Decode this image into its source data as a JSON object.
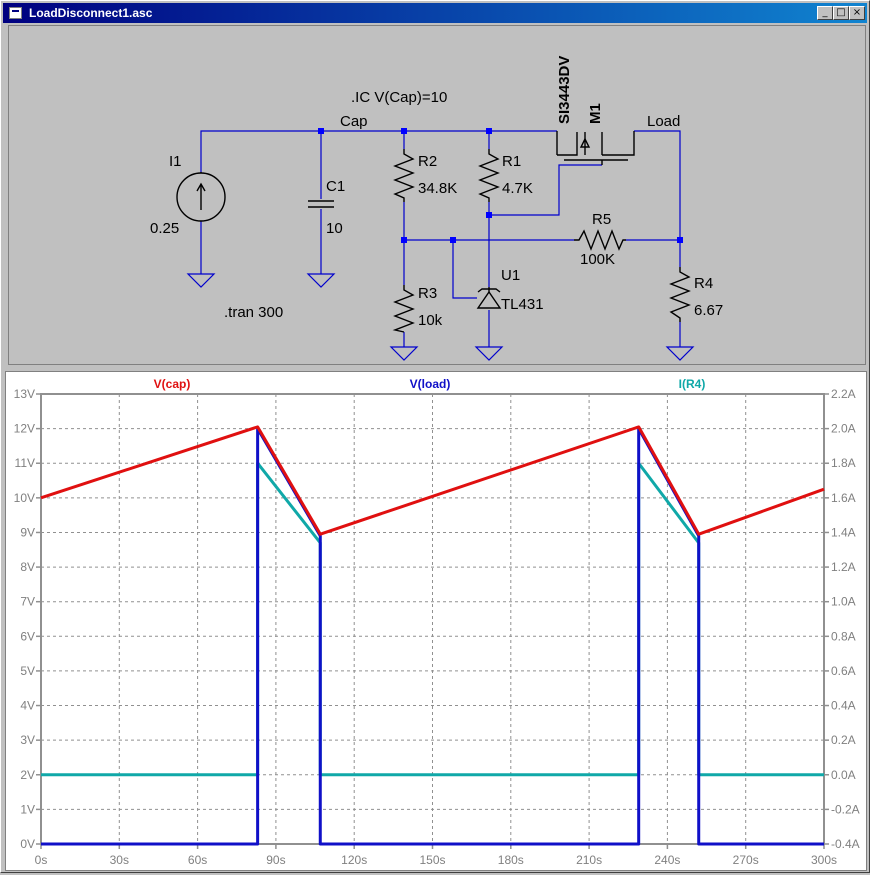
{
  "window": {
    "title": "LoadDisconnect1.asc",
    "buttons": {
      "minimize": "_",
      "restore": "□",
      "close": "×"
    }
  },
  "schematic": {
    "directives": {
      "ic": ".IC V(Cap)=10",
      "tran": ".tran 300"
    },
    "nets": {
      "cap": "Cap",
      "load": "Load"
    },
    "components": {
      "I1": {
        "ref": "I1",
        "value": "0.25"
      },
      "C1": {
        "ref": "C1",
        "value": "10"
      },
      "R1": {
        "ref": "R1",
        "value": "4.7K"
      },
      "R2": {
        "ref": "R2",
        "value": "34.8K"
      },
      "R3": {
        "ref": "R3",
        "value": "10k"
      },
      "R4": {
        "ref": "R4",
        "value": "6.67"
      },
      "R5": {
        "ref": "R5",
        "value": "100K"
      },
      "U1": {
        "ref": "U1",
        "value": "TL431"
      },
      "M1": {
        "ref": "M1",
        "value": "SI3443DV"
      }
    },
    "colors": {
      "wire": "#0000cc",
      "junction": "#0000ff",
      "text": "#000000"
    }
  },
  "chart_data": {
    "type": "line",
    "legend": [
      {
        "name": "V(cap)",
        "color": "#e01010"
      },
      {
        "name": "V(load)",
        "color": "#1010c8"
      },
      {
        "name": "I(R4)",
        "color": "#10a8a8"
      }
    ],
    "x": {
      "min": 0,
      "max": 300,
      "ticks": [
        0,
        30,
        60,
        90,
        120,
        150,
        180,
        210,
        240,
        270,
        300
      ],
      "tick_labels": [
        "0s",
        "30s",
        "60s",
        "90s",
        "120s",
        "150s",
        "180s",
        "210s",
        "240s",
        "270s",
        "300s"
      ]
    },
    "y_left": {
      "min": 0,
      "max": 13,
      "ticks": [
        0,
        1,
        2,
        3,
        4,
        5,
        6,
        7,
        8,
        9,
        10,
        11,
        12,
        13
      ],
      "tick_labels": [
        "0V",
        "1V",
        "2V",
        "3V",
        "4V",
        "5V",
        "6V",
        "7V",
        "8V",
        "9V",
        "10V",
        "11V",
        "12V",
        "13V"
      ]
    },
    "y_right": {
      "min": -0.4,
      "max": 2.2,
      "ticks": [
        -0.4,
        -0.2,
        0.0,
        0.2,
        0.4,
        0.6,
        0.8,
        1.0,
        1.2,
        1.4,
        1.6,
        1.8,
        2.0,
        2.2
      ],
      "tick_labels": [
        "-0.4A",
        "-0.2A",
        "0.0A",
        "0.2A",
        "0.4A",
        "0.6A",
        "0.8A",
        "1.0A",
        "1.2A",
        "1.4A",
        "1.6A",
        "1.8A",
        "2.0A",
        "2.2A"
      ]
    },
    "grid": true,
    "series": [
      {
        "name": "V(cap)",
        "axis": "left",
        "color": "#e01010",
        "x": [
          0,
          83,
          107,
          229,
          252,
          300
        ],
        "y": [
          10.0,
          12.05,
          8.95,
          12.05,
          8.95,
          10.25
        ]
      },
      {
        "name": "V(load)",
        "axis": "left",
        "color": "#1010c8",
        "x": [
          0,
          83,
          83,
          107,
          107,
          229,
          229,
          252,
          252,
          300
        ],
        "y": [
          0,
          0,
          12.0,
          8.9,
          0,
          0,
          12.0,
          8.9,
          0,
          0
        ]
      },
      {
        "name": "I(R4)",
        "axis": "right",
        "color": "#10a8a8",
        "x": [
          0,
          83,
          83,
          107,
          107,
          229,
          229,
          252,
          252,
          300
        ],
        "y": [
          0.0,
          0.0,
          1.8,
          1.34,
          0.0,
          0.0,
          1.8,
          1.34,
          0.0,
          0.0
        ]
      }
    ]
  }
}
